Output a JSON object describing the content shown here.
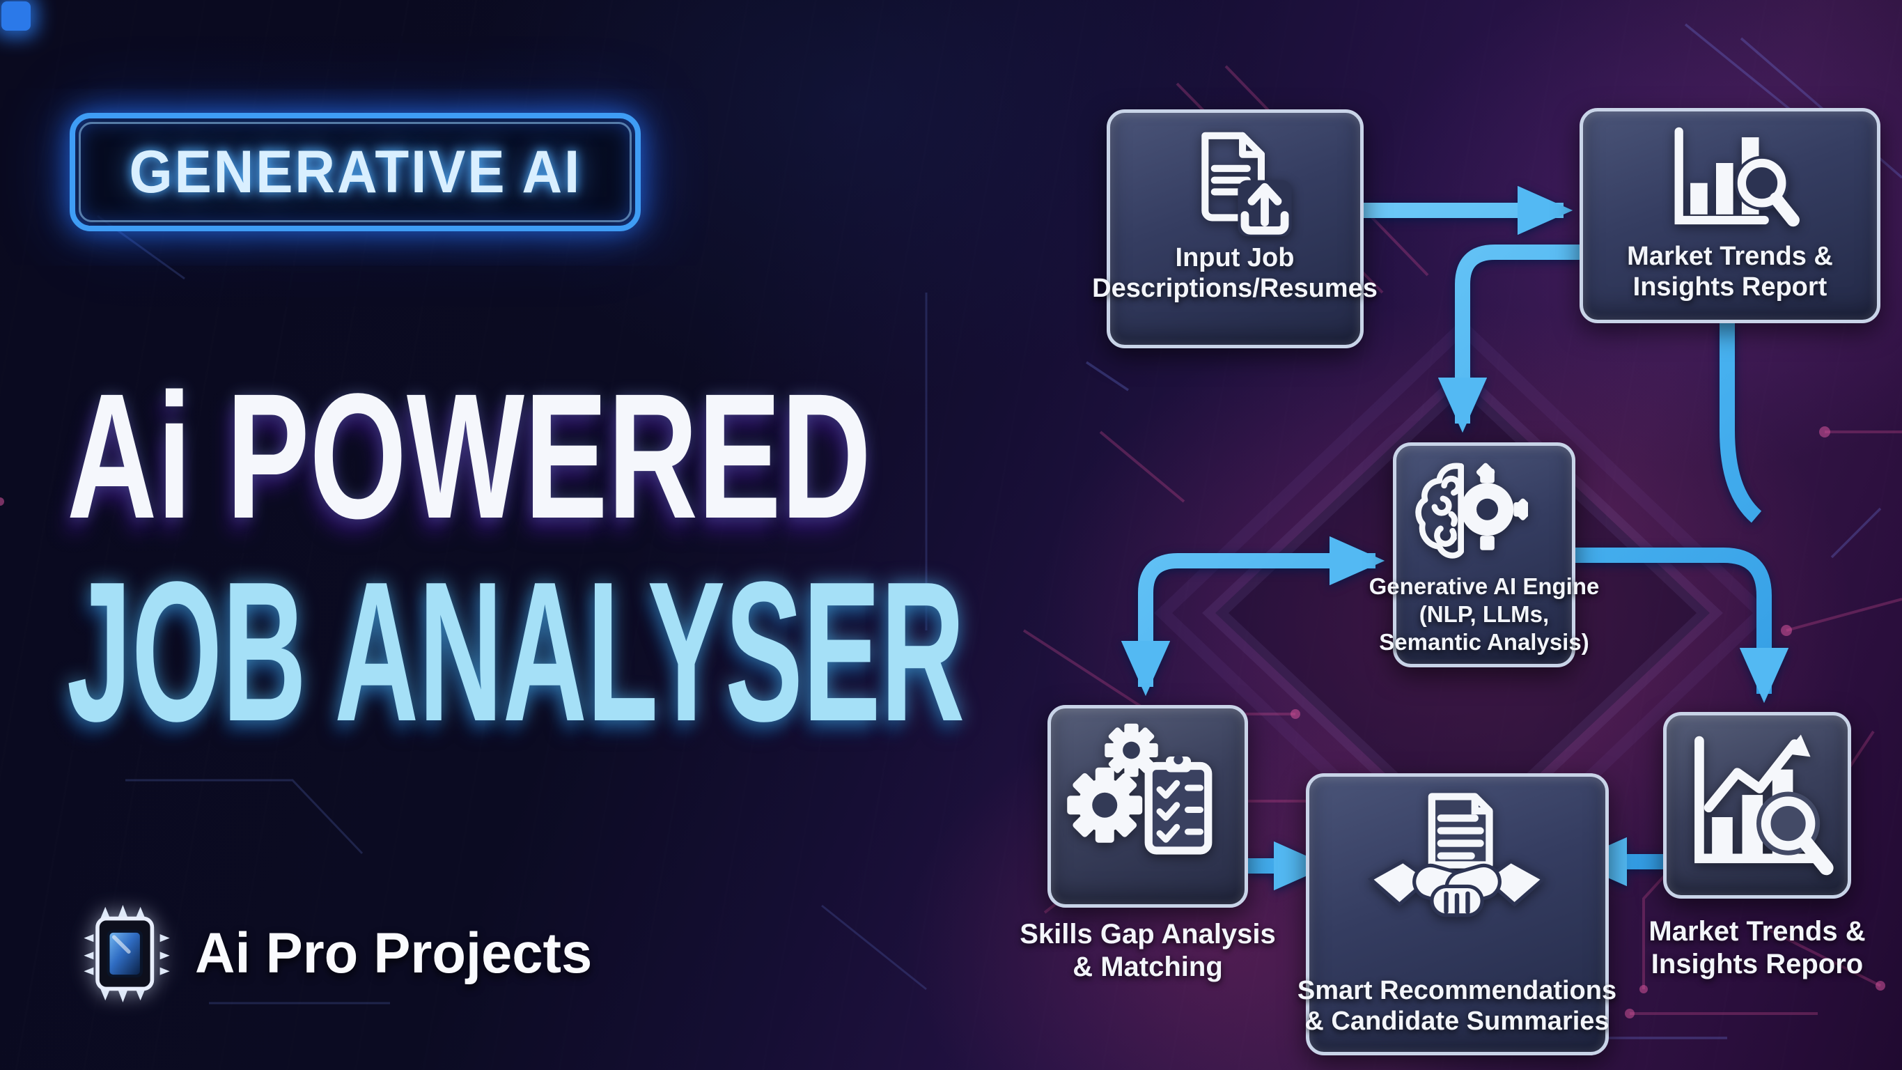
{
  "badge": {
    "label": "GENERATIVE AI"
  },
  "title": {
    "line1": "Ai POWERED",
    "line2": "JOB ANALYSER"
  },
  "brand": {
    "name": "Ai Pro Projects",
    "icon": "cpu-chip-icon"
  },
  "flowchart": {
    "nodes": [
      {
        "id": "input-docs",
        "icon": "document-upload-icon",
        "lines": [
          "Input Job",
          "Descriptions/Resumes"
        ]
      },
      {
        "id": "market-trends-top",
        "icon": "bar-chart-magnifier-icon",
        "lines": [
          "Market Trends &",
          "Insights Report"
        ]
      },
      {
        "id": "ai-engine",
        "icon": "brain-gear-icon",
        "lines": [
          "Generative AI Engine",
          "(NLP, LLMs,",
          "Semantic Analysis)"
        ]
      },
      {
        "id": "skills-gap",
        "icon": "gears-checklist-icon",
        "lines": [
          "Skills Gap Analysis",
          "& Matching"
        ]
      },
      {
        "id": "smart-recommendations",
        "icon": "handshake-document-icon",
        "lines": [
          "Smart Recommendations",
          "& Candidate Summaries"
        ]
      },
      {
        "id": "market-trends-bottom",
        "icon": "growth-chart-magnifier-icon",
        "lines": [
          "Market Trends &",
          "Insights Reporo"
        ]
      }
    ],
    "edges": [
      {
        "from": "input-docs",
        "to": "market-trends-top"
      },
      {
        "from": "market-trends-top",
        "to": "ai-engine"
      },
      {
        "from": "market-trends-top",
        "to": "market-trends-bottom"
      },
      {
        "from": "ai-engine",
        "to": "skills-gap"
      },
      {
        "from": "ai-engine",
        "to": "market-trends-bottom"
      },
      {
        "from": "skills-gap",
        "to": "smart-recommendations"
      },
      {
        "from": "market-trends-bottom",
        "to": "smart-recommendations"
      }
    ]
  },
  "colors": {
    "background_navy": "#0b0b22",
    "background_purple": "#371849",
    "arrow_blue": "#3fa9ec",
    "neon_badge_blue": "#3f9df5",
    "title_white": "#f5f7fc",
    "title_cyan": "#a5e0f7",
    "node_border": "#c9d4e8",
    "node_fill_top": "#4a5478",
    "node_fill_bottom": "#232947",
    "label_text": "#f3f5fa"
  }
}
